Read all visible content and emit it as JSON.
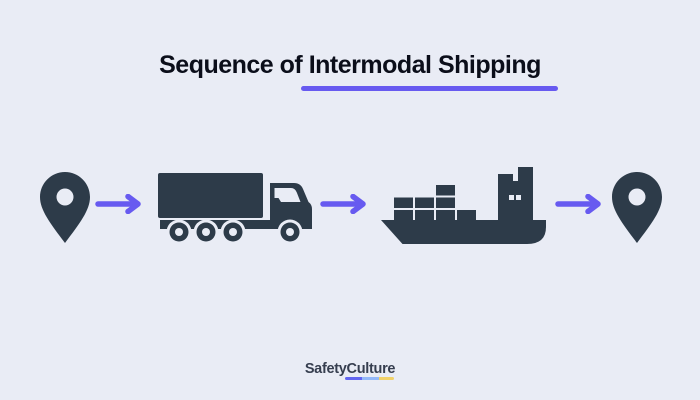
{
  "title": {
    "text": "Sequence of Intermodal Shipping"
  },
  "colors": {
    "background": "#e9ecf5",
    "icon_dark": "#2d3b49",
    "accent_purple": "#675af0",
    "title_text": "#0b0e1a",
    "logo_text": "#363e4f",
    "logo_underline": [
      "#6366f1",
      "#93b8f8",
      "#f0d169"
    ]
  },
  "flow": {
    "steps": [
      {
        "name": "origin",
        "icon": "location-pin-icon"
      },
      {
        "name": "road-transport",
        "icon": "truck-icon"
      },
      {
        "name": "sea-transport",
        "icon": "cargo-ship-icon"
      },
      {
        "name": "destination",
        "icon": "location-pin-icon"
      }
    ],
    "connector_icon": "arrow-right-icon",
    "connector_count": 3
  },
  "footer": {
    "brand": "SafetyCulture"
  }
}
